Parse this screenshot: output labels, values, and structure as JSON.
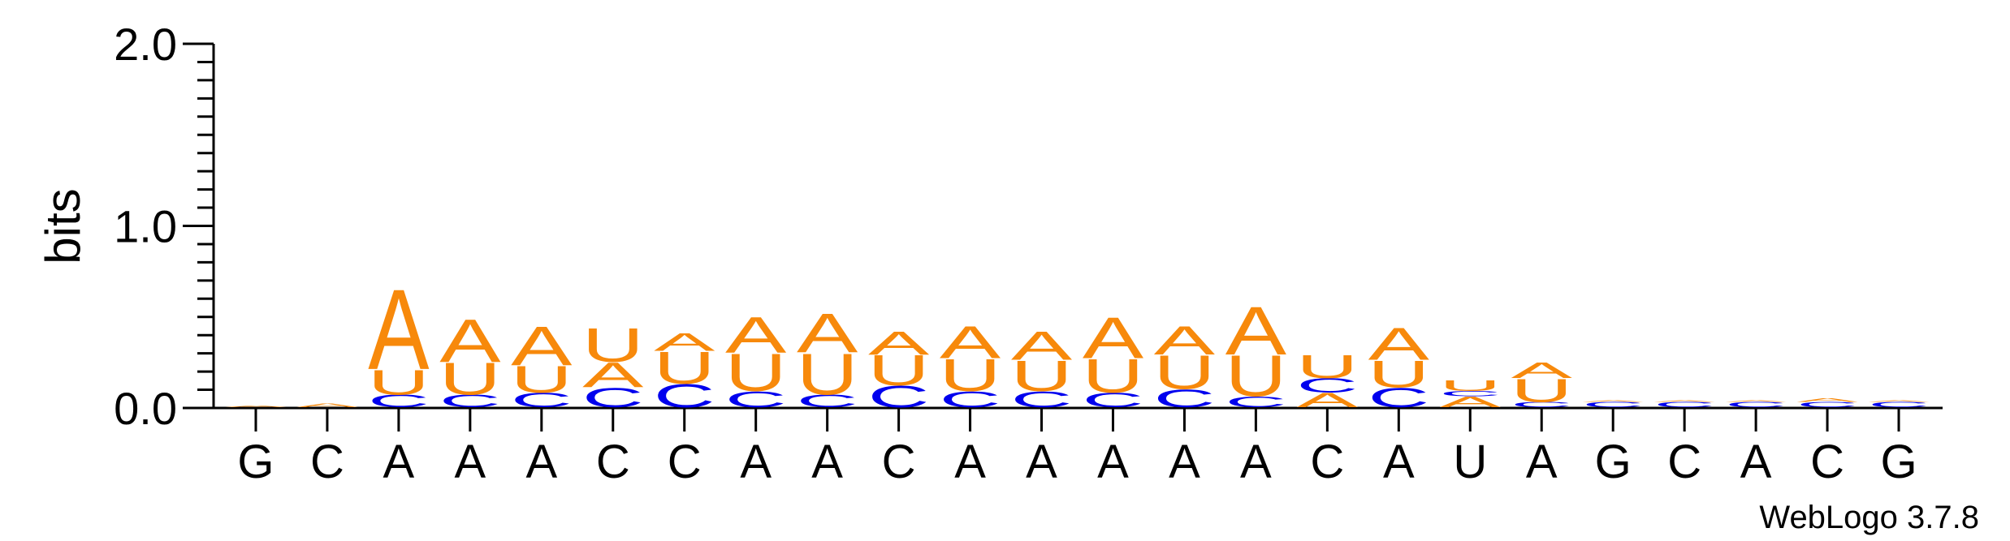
{
  "chart_data": {
    "type": "sequence-logo",
    "ylabel": "bits",
    "ylim": [
      0,
      2
    ],
    "yticks": [
      "0.0",
      "1.0",
      "2.0"
    ],
    "xticklabels": [
      "G",
      "C",
      "A",
      "A",
      "A",
      "C",
      "C",
      "A",
      "A",
      "C",
      "A",
      "A",
      "A",
      "A",
      "A",
      "C",
      "A",
      "U",
      "A",
      "G",
      "C",
      "A",
      "C",
      "G"
    ],
    "colors": {
      "A": "#f7890b",
      "U": "#f7890b",
      "C": "#0000ee",
      "G": "#f7890b"
    },
    "positions": [
      {
        "label": "G",
        "stack": [
          {
            "letter": "A",
            "bits": 0.01
          }
        ]
      },
      {
        "label": "C",
        "stack": [
          {
            "letter": "A",
            "bits": 0.02
          }
        ]
      },
      {
        "label": "A",
        "stack": [
          {
            "letter": "C",
            "bits": 0.07
          },
          {
            "letter": "U",
            "bits": 0.14
          },
          {
            "letter": "A",
            "bits": 0.45
          }
        ]
      },
      {
        "label": "A",
        "stack": [
          {
            "letter": "C",
            "bits": 0.07
          },
          {
            "letter": "U",
            "bits": 0.18
          },
          {
            "letter": "A",
            "bits": 0.24
          }
        ]
      },
      {
        "label": "A",
        "stack": [
          {
            "letter": "C",
            "bits": 0.08
          },
          {
            "letter": "U",
            "bits": 0.15
          },
          {
            "letter": "A",
            "bits": 0.22
          }
        ]
      },
      {
        "label": "C",
        "stack": [
          {
            "letter": "C",
            "bits": 0.11
          },
          {
            "letter": "A",
            "bits": 0.14
          },
          {
            "letter": "U",
            "bits": 0.19
          }
        ]
      },
      {
        "label": "C",
        "stack": [
          {
            "letter": "C",
            "bits": 0.13
          },
          {
            "letter": "U",
            "bits": 0.18
          },
          {
            "letter": "A",
            "bits": 0.1
          }
        ]
      },
      {
        "label": "A",
        "stack": [
          {
            "letter": "C",
            "bits": 0.09
          },
          {
            "letter": "U",
            "bits": 0.21
          },
          {
            "letter": "A",
            "bits": 0.2
          }
        ]
      },
      {
        "label": "A",
        "stack": [
          {
            "letter": "C",
            "bits": 0.07
          },
          {
            "letter": "U",
            "bits": 0.23
          },
          {
            "letter": "A",
            "bits": 0.22
          }
        ]
      },
      {
        "label": "C",
        "stack": [
          {
            "letter": "C",
            "bits": 0.12
          },
          {
            "letter": "U",
            "bits": 0.17
          },
          {
            "letter": "A",
            "bits": 0.13
          }
        ]
      },
      {
        "label": "A",
        "stack": [
          {
            "letter": "C",
            "bits": 0.09
          },
          {
            "letter": "U",
            "bits": 0.18
          },
          {
            "letter": "A",
            "bits": 0.18
          }
        ]
      },
      {
        "label": "A",
        "stack": [
          {
            "letter": "C",
            "bits": 0.09
          },
          {
            "letter": "U",
            "bits": 0.17
          },
          {
            "letter": "A",
            "bits": 0.16
          }
        ]
      },
      {
        "label": "A",
        "stack": [
          {
            "letter": "C",
            "bits": 0.08
          },
          {
            "letter": "U",
            "bits": 0.19
          },
          {
            "letter": "A",
            "bits": 0.23
          }
        ]
      },
      {
        "label": "A",
        "stack": [
          {
            "letter": "C",
            "bits": 0.1
          },
          {
            "letter": "U",
            "bits": 0.19
          },
          {
            "letter": "A",
            "bits": 0.16
          }
        ]
      },
      {
        "label": "A",
        "stack": [
          {
            "letter": "C",
            "bits": 0.06
          },
          {
            "letter": "U",
            "bits": 0.23
          },
          {
            "letter": "A",
            "bits": 0.27
          }
        ]
      },
      {
        "label": "C",
        "stack": [
          {
            "letter": "A",
            "bits": 0.08
          },
          {
            "letter": "C",
            "bits": 0.08
          },
          {
            "letter": "U",
            "bits": 0.13
          }
        ]
      },
      {
        "label": "A",
        "stack": [
          {
            "letter": "C",
            "bits": 0.11
          },
          {
            "letter": "U",
            "bits": 0.15
          },
          {
            "letter": "A",
            "bits": 0.18
          }
        ]
      },
      {
        "label": "U",
        "stack": [
          {
            "letter": "A",
            "bits": 0.06
          },
          {
            "letter": "C",
            "bits": 0.03
          },
          {
            "letter": "U",
            "bits": 0.06
          }
        ]
      },
      {
        "label": "A",
        "stack": [
          {
            "letter": "C",
            "bits": 0.03
          },
          {
            "letter": "U",
            "bits": 0.13
          },
          {
            "letter": "A",
            "bits": 0.09
          }
        ]
      },
      {
        "label": "G",
        "stack": [
          {
            "letter": "C",
            "bits": 0.03
          },
          {
            "letter": "A",
            "bits": 0.01
          }
        ]
      },
      {
        "label": "C",
        "stack": [
          {
            "letter": "C",
            "bits": 0.03
          },
          {
            "letter": "A",
            "bits": 0.01
          }
        ]
      },
      {
        "label": "A",
        "stack": [
          {
            "letter": "C",
            "bits": 0.03
          },
          {
            "letter": "A",
            "bits": 0.01
          }
        ]
      },
      {
        "label": "C",
        "stack": [
          {
            "letter": "C",
            "bits": 0.03
          },
          {
            "letter": "A",
            "bits": 0.02
          }
        ]
      },
      {
        "label": "G",
        "stack": [
          {
            "letter": "C",
            "bits": 0.03
          },
          {
            "letter": "A",
            "bits": 0.01
          }
        ]
      }
    ],
    "credit": "WebLogo 3.7.8"
  }
}
